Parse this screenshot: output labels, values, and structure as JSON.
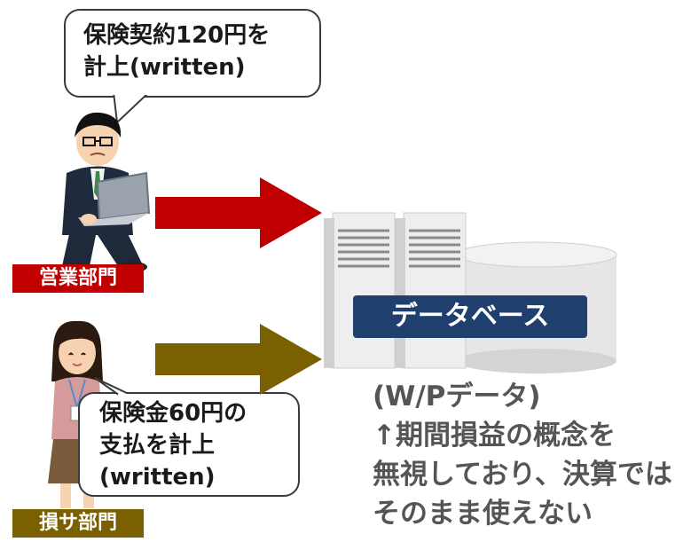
{
  "sales": {
    "bubble_lines": [
      "保険契約120円を",
      "計上(written)"
    ],
    "dept_label": "営業部門",
    "dept_color": "#c00000"
  },
  "claims": {
    "bubble_lines": [
      "保険金60円の",
      "支払を計上",
      "(written)"
    ],
    "dept_label": "損サ部門",
    "dept_color": "#7a6000"
  },
  "arrows": {
    "sales_color": "#c00000",
    "claims_color": "#7a6000"
  },
  "database": {
    "label": "データベース",
    "label_bg": "#1f3f6e"
  },
  "note": {
    "lines": [
      "(W/Pデータ)",
      "↑期間損益の概念を",
      "無視しており、決算では",
      "そのまま使えない"
    ],
    "color": "#555555"
  }
}
